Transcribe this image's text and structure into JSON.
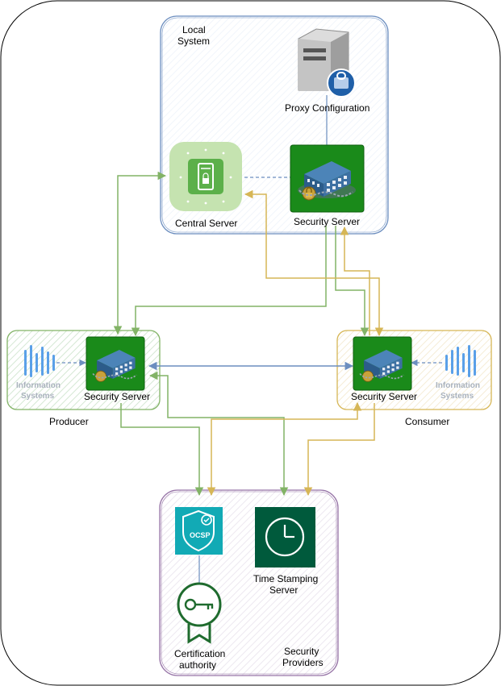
{
  "groups": {
    "local_system": "Local\nSystem",
    "producer": "Producer",
    "consumer": "Consumer",
    "security_providers": "Security\nProviders"
  },
  "nodes": {
    "proxy_configuration": "Proxy Configuration",
    "central_server": "Central Server",
    "security_server_local": "Security Server",
    "security_server_producer": "Security Server",
    "security_server_consumer": "Security Server",
    "information_systems_producer": "Information\nSystems",
    "information_systems_consumer": "Information\nSystems",
    "ocsp_badge": "OCSP",
    "time_stamping_server": "Time Stamping\nServer",
    "certification_authority": "Certification\nauthority"
  },
  "colors": {
    "green_line": "#82b366",
    "orange_line": "#d6b656",
    "blue_line": "#6c8ebf",
    "local_group": "#6c8ebf",
    "producer_group": "#82b366",
    "consumer_group": "#d6b656",
    "providers_group": "#9673a6",
    "security_server_bg": "#1a8a1a",
    "central_server_bg": "#c5e3b0",
    "ocsp_bg": "#12aab5",
    "tss_bg": "#005a3c",
    "ca_icon": "#1f6b2e",
    "info_sys_icon": "#5aa0e8"
  },
  "icons": {
    "proxy": "server-tower-with-gear-icon",
    "central": "secure-terminal-icon",
    "security_server": "building-with-lock-icon",
    "info_systems": "signal-bars-icon",
    "ocsp": "shield-check-icon",
    "tss": "clock-icon",
    "ca": "certificate-key-icon"
  }
}
